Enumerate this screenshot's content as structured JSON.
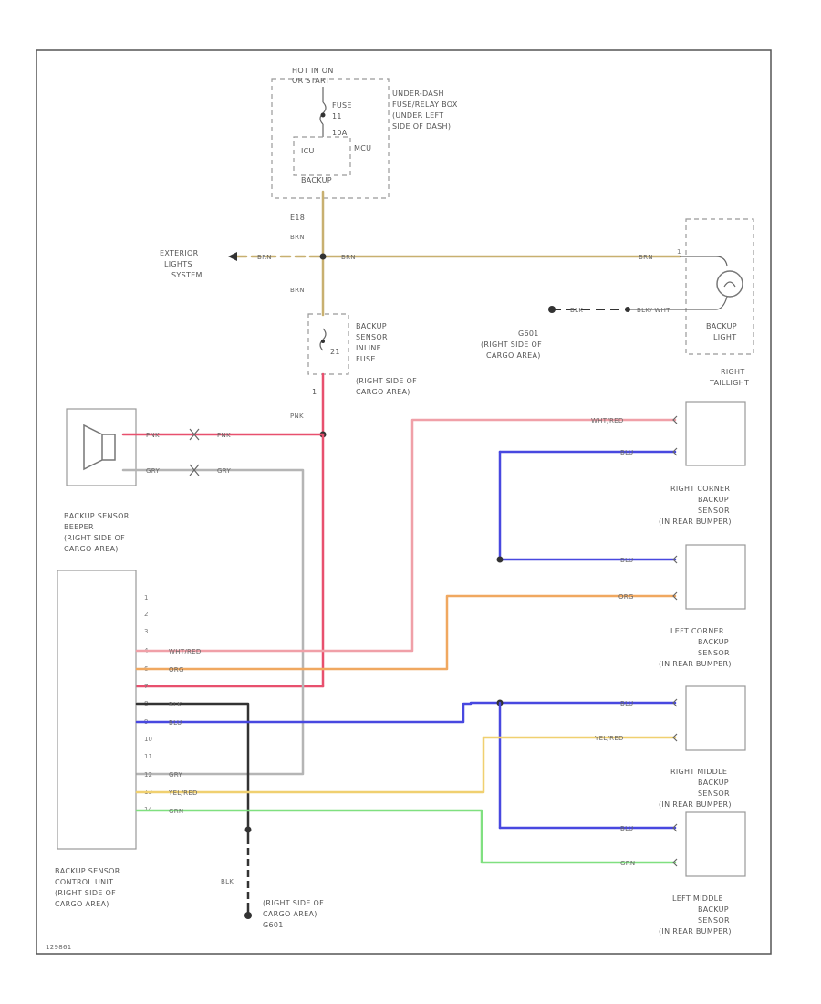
{
  "diagram_id": "129861",
  "colors": {
    "BRN": "#c8b070",
    "PNK": "#e8506e",
    "GRY": "#b5b5b5",
    "WHT_RED": "#f0a0a8",
    "ORG": "#f0a860",
    "BLK": "#333333",
    "BLU": "#4848e0",
    "YEL_RED": "#f0d070",
    "GRN": "#80e080"
  },
  "fuse_box": {
    "hot_label_1": "HOT IN ON",
    "hot_label_2": "OR START",
    "fuse_label": "FUSE",
    "fuse_num": "11",
    "amps": "10A",
    "icu_label": "ICU",
    "mcu": "MCU",
    "backup_label": "BACKUP",
    "desc": [
      "UNDER-DASH",
      "FUSE/RELAY BOX",
      "(UNDER LEFT",
      "SIDE OF DASH)"
    ]
  },
  "splice_label": "E18",
  "wires": {
    "brn": "BRN",
    "pnk": "PNK",
    "gry": "GRY",
    "wht_red": "WHT/RED",
    "org": "ORG",
    "blu": "BLU",
    "blk": "BLK",
    "yel_red": "YEL/RED",
    "grn": "GRN"
  },
  "exterior_lights": [
    "EXTERIOR",
    "LIGHTS",
    "SYSTEM"
  ],
  "inline_fuse": {
    "num": "21",
    "pin": "1",
    "desc": [
      "BACKUP",
      "SENSOR",
      "INLINE",
      "FUSE",
      "(RIGHT SIDE OF",
      "CARGO AREA)"
    ]
  },
  "ground_right": {
    "wire_2": "BLK/ WHT",
    "desc": [
      "G601",
      "(RIGHT SIDE OF",
      "CARGO AREA)"
    ]
  },
  "taillight": {
    "pin": "1",
    "desc": [
      "BACKUP",
      "LIGHT"
    ],
    "title": [
      "RIGHT",
      "TAILLIGHT"
    ]
  },
  "beeper": {
    "desc": [
      "BACKUP SENSOR",
      "BEEPER",
      "(RIGHT SIDE OF",
      "CARGO AREA)"
    ]
  },
  "control_unit": {
    "pins": [
      "1",
      "2",
      "3",
      "4",
      "6",
      "7",
      "8",
      "9",
      "10",
      "11",
      "12",
      "13",
      "14"
    ],
    "desc": [
      "BACKUP SENSOR",
      "CONTROL UNIT",
      "(RIGHT SIDE OF",
      "CARGO AREA)"
    ]
  },
  "sensors": {
    "right_corner": [
      "RIGHT CORNER",
      "BACKUP",
      "SENSOR",
      "(IN REAR BUMPER)"
    ],
    "left_corner": [
      "LEFT CORNER",
      "BACKUP",
      "SENSOR",
      "(IN REAR BUMPER)"
    ],
    "right_middle": [
      "RIGHT MIDDLE",
      "BACKUP",
      "SENSOR",
      "(IN REAR BUMPER)"
    ],
    "left_middle": [
      "LEFT MIDDLE",
      "BACKUP",
      "SENSOR",
      "(IN REAR BUMPER)"
    ]
  },
  "ground_bottom": {
    "desc": [
      "(RIGHT SIDE OF",
      "CARGO AREA)",
      "G601"
    ]
  }
}
